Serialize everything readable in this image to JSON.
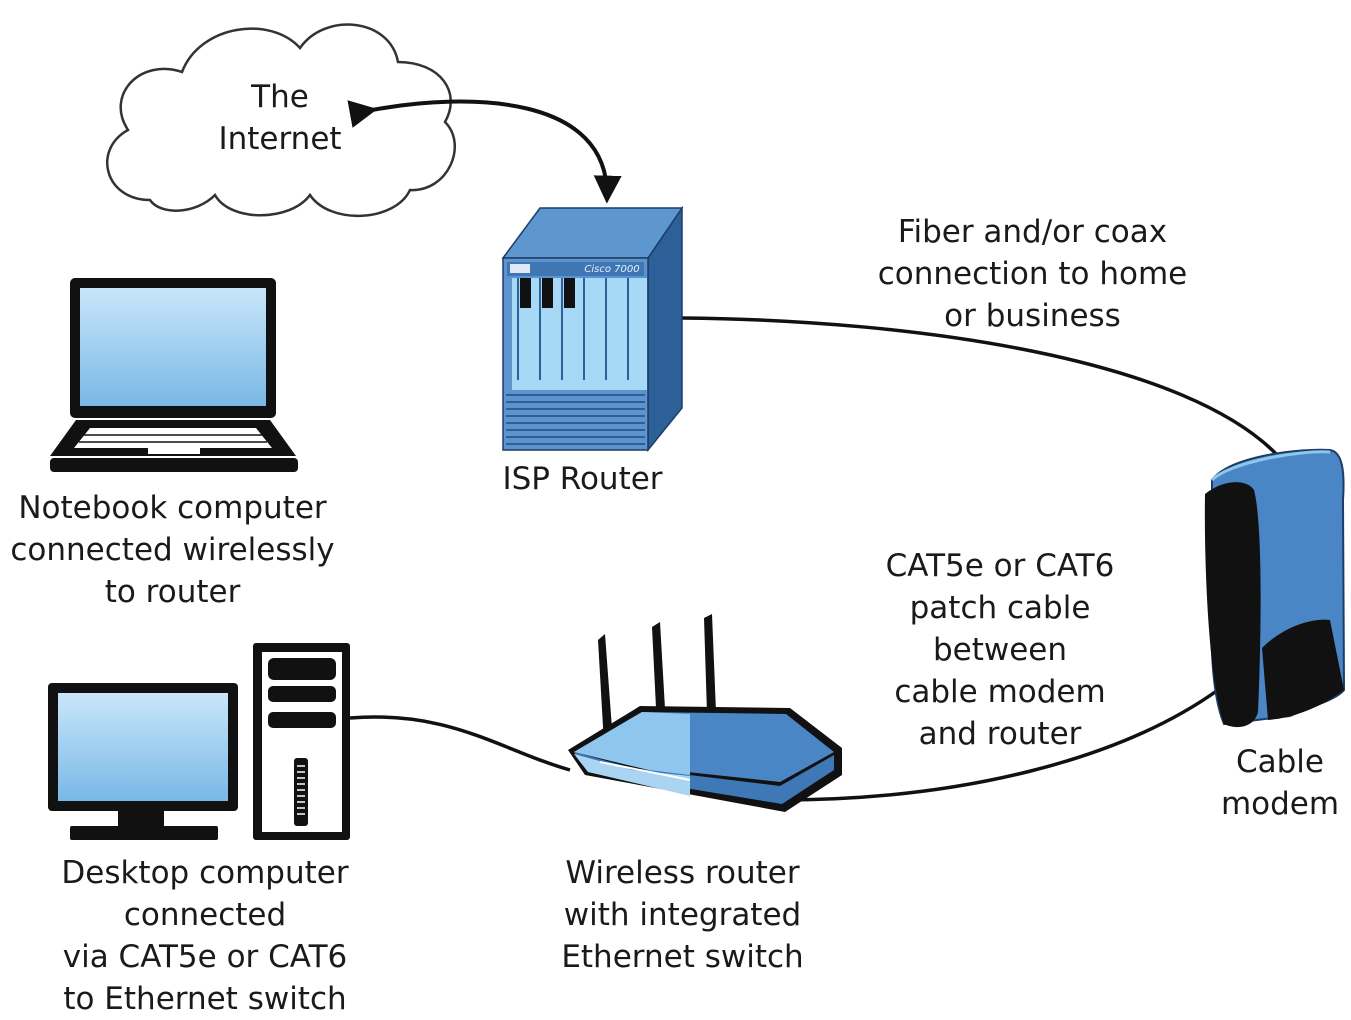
{
  "cloud": {
    "lines": [
      "The",
      "Internet"
    ]
  },
  "isp_router": {
    "label": "ISP Router",
    "faceplate": "Cisco 7000"
  },
  "fiber": {
    "lines": [
      "Fiber and/or coax",
      "connection to home",
      "or business"
    ]
  },
  "notebook": {
    "lines": [
      "Notebook computer",
      "connected wirelessly",
      "to router"
    ]
  },
  "patch": {
    "lines": [
      "CAT5e or CAT6",
      "patch cable",
      "between",
      "cable modem",
      "and router"
    ]
  },
  "modem": {
    "lines": [
      "Cable",
      "modem"
    ]
  },
  "desktop": {
    "lines": [
      "Desktop computer",
      "connected",
      "via CAT5e or CAT6",
      "to Ethernet switch"
    ]
  },
  "wireless_router": {
    "lines": [
      "Wireless router",
      "with integrated",
      "Ethernet switch"
    ]
  },
  "colors": {
    "device_blue": "#4a86c5",
    "device_light": "#8fc6ee",
    "outline": "#111111"
  }
}
